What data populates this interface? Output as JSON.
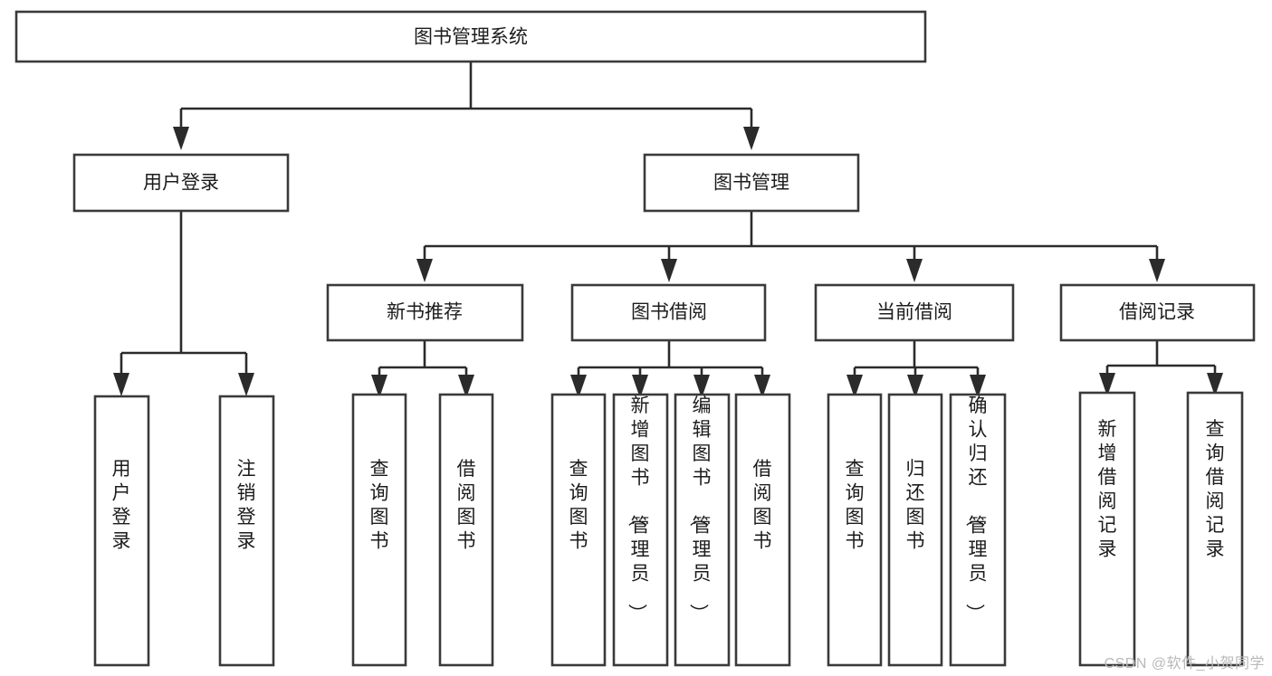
{
  "diagram": {
    "type": "tree",
    "title": "图书管理系统",
    "orientation": "top-down",
    "watermark": "CSDN @软件_小贺同学",
    "root": {
      "id": "root",
      "label": "图书管理系统"
    },
    "level2": [
      {
        "id": "user-login",
        "label": "用户登录"
      },
      {
        "id": "book-manage",
        "label": "图书管理"
      }
    ],
    "level3": [
      {
        "id": "new-book-recommend",
        "label": "新书推荐",
        "parent": "book-manage"
      },
      {
        "id": "book-borrow",
        "label": "图书借阅",
        "parent": "book-manage"
      },
      {
        "id": "current-borrow",
        "label": "当前借阅",
        "parent": "book-manage"
      },
      {
        "id": "borrow-record",
        "label": "借阅记录",
        "parent": "book-manage"
      }
    ],
    "leaves": [
      {
        "id": "leaf-user-login",
        "label": "用户登录",
        "parent": "user-login"
      },
      {
        "id": "leaf-user-logout",
        "label": "注销登录",
        "parent": "user-login"
      },
      {
        "id": "leaf-query-book-1",
        "label": "查询图书",
        "parent": "new-book-recommend"
      },
      {
        "id": "leaf-borrow-book-1",
        "label": "借阅图书",
        "parent": "new-book-recommend"
      },
      {
        "id": "leaf-query-book-2",
        "label": "查询图书",
        "parent": "book-borrow"
      },
      {
        "id": "leaf-add-book",
        "label": "新增图书（管理员）",
        "parent": "book-borrow"
      },
      {
        "id": "leaf-edit-book",
        "label": "编辑图书（管理员）",
        "parent": "book-borrow"
      },
      {
        "id": "leaf-borrow-book-2",
        "label": "借阅图书",
        "parent": "book-borrow"
      },
      {
        "id": "leaf-query-book-3",
        "label": "查询图书",
        "parent": "current-borrow"
      },
      {
        "id": "leaf-return-book",
        "label": "归还图书",
        "parent": "current-borrow"
      },
      {
        "id": "leaf-confirm-return",
        "label": "确认归还（管理员）",
        "parent": "current-borrow"
      },
      {
        "id": "leaf-add-record",
        "label": "新增借阅记录",
        "parent": "borrow-record"
      },
      {
        "id": "leaf-query-record",
        "label": "查询借阅记录",
        "parent": "borrow-record"
      }
    ],
    "colors": {
      "box_fill": "#ffffff",
      "box_stroke": "#3a3a3a",
      "connector": "#2b2b2b",
      "text": "#1c1c1c",
      "watermark": "#b9b9b9",
      "background": "#ffffff"
    }
  }
}
